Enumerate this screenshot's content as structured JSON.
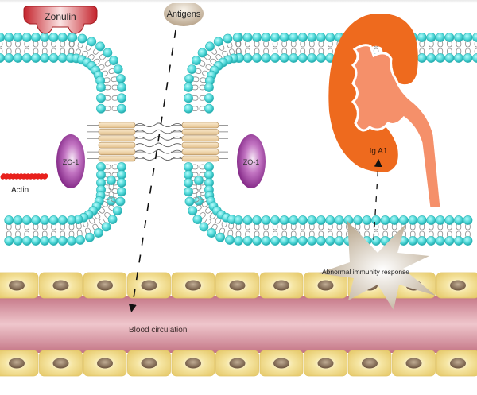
{
  "diagram": {
    "title": "Zonulin-mediated intestinal permeability and IgA nephropathy",
    "labels": {
      "zonulin": "Zonulin",
      "antigens": "Antigens",
      "zo1_left": "ZO-1",
      "zo1_right": "ZO-1",
      "actin": "Actin",
      "iga1": "Ig A1",
      "immune_response": "Abnormal immunity response",
      "blood": "Blood circulation"
    },
    "icons": {
      "zonulin": "zonulin-protein-icon",
      "antigens": "antigen-oval-icon",
      "zo1": "zo1-protein-icon",
      "actin": "actin-filament-icon",
      "kidney": "kidney-icon",
      "starburst": "immune-response-starburst-icon",
      "vessel": "blood-vessel-icon",
      "cell": "endothelial-cell-icon"
    },
    "colors": {
      "lipid_head": "#4fd8d8",
      "lipid_tail": "#8a8a8a",
      "zonulin": "#d9383e",
      "zo1": "#8a2a8a",
      "actin": "#e8201c",
      "kidney": "#ee6a1e",
      "pelvis": "#f5906a",
      "tight_junction": "#f2d5a6",
      "cell": "#ecd27a",
      "nucleus": "#7d6650",
      "blood": "#c87a86"
    },
    "arrows": [
      {
        "from": "Antigens",
        "to": "Blood circulation",
        "style": "dashed"
      },
      {
        "from": "Abnormal immunity response",
        "to": "Ig A1",
        "style": "dashed"
      }
    ]
  }
}
